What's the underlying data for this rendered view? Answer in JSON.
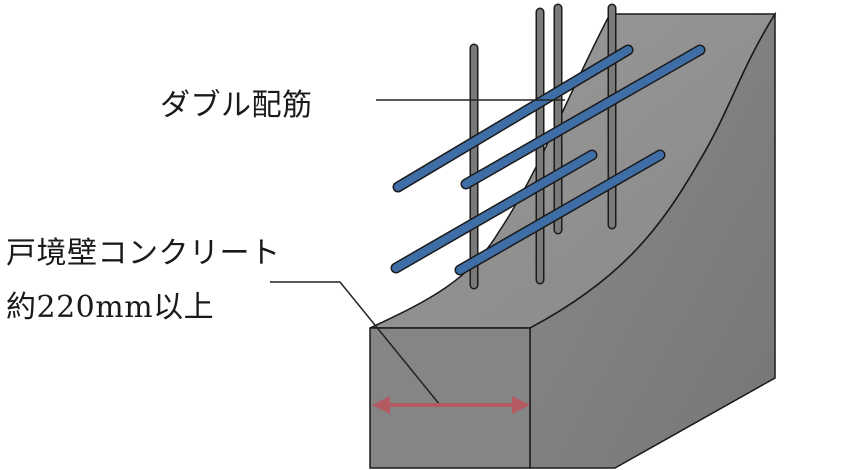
{
  "labels": {
    "double_rebar": "ダブル配筋",
    "wall_concrete_line1": "戸境壁コンクリート",
    "wall_concrete_line2": "約220mm以上"
  },
  "colors": {
    "concrete_top": "#8f8f8f",
    "concrete_side": "#7e7e7e",
    "concrete_front": "#858585",
    "rebar_vertical": "#7a7a7a",
    "rebar_horizontal": "#3f6ea6",
    "dimension_arrow": "#b35a63",
    "leader_line": "#222222"
  }
}
